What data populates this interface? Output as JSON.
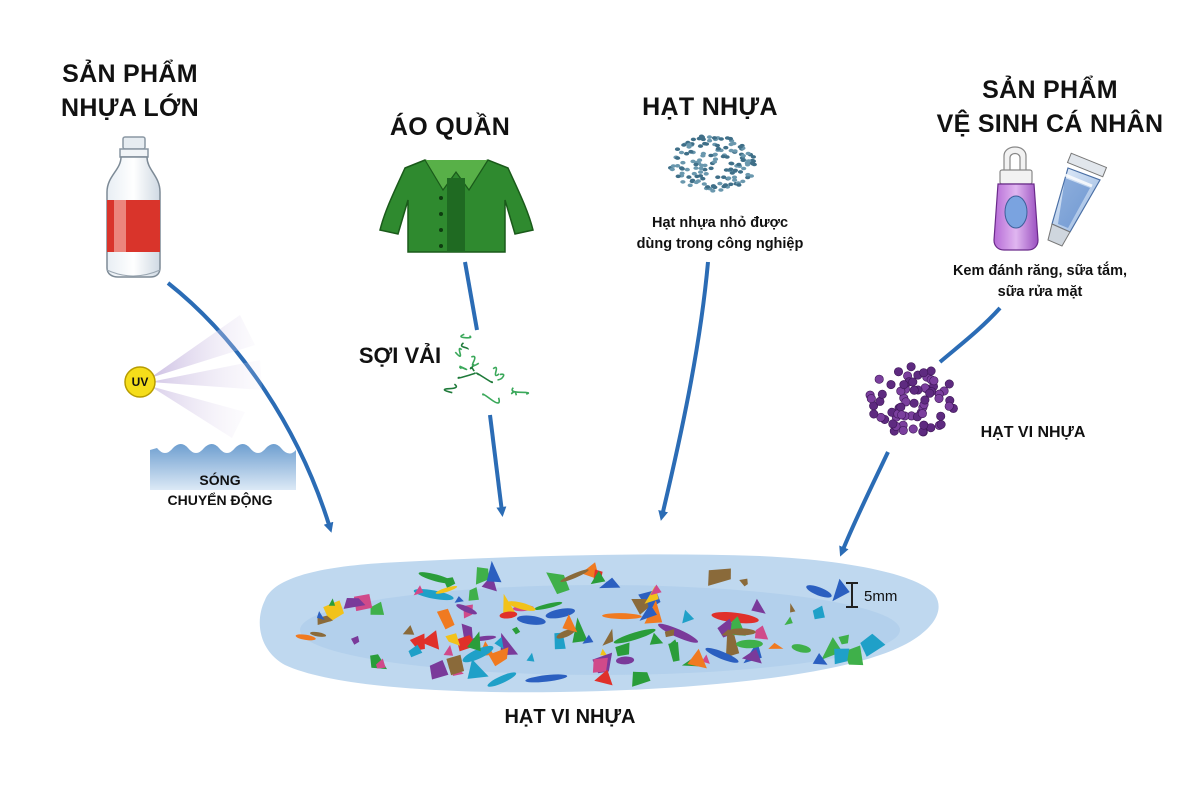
{
  "labels": {
    "large_plastic": [
      "SẢN PHẨM",
      "NHỰA LỚN"
    ],
    "clothes": "ÁO QUẦN",
    "pellets": "HẠT NHỰA",
    "pellets_desc": [
      "Hạt nhựa nhỏ được",
      "dùng trong công nghiệp"
    ],
    "personal_care": [
      "SẢN PHẨM",
      "VỆ SINH CÁ NHÂN"
    ],
    "personal_care_desc": [
      "Kem đánh răng, sữa tắm,",
      "sữa rửa mặt"
    ],
    "uv": "UV",
    "waves": [
      "SÓNG",
      "CHUYỂN ĐỘNG"
    ],
    "fibers": "SỢI VẢI",
    "microbeads": "HẠT VI NHỰA",
    "scale": "5mm",
    "result": "HẠT VI NHỰA"
  },
  "colors": {
    "arrow": "#2b6cb5",
    "water": "#bcd6ee",
    "jacket": "#2f8a2f",
    "bottle_label": "#d9342b",
    "uv_sun": "#f5dd1a",
    "beads": "#6a2f8a",
    "pellets": "#4a7a90",
    "fibers": "#2f9a4a"
  },
  "icons": [
    "bottle-icon",
    "uv-sun-icon",
    "wave-icon",
    "jacket-icon",
    "fiber-icon",
    "pellet-cluster-icon",
    "lotion-bottle-icon",
    "toothpaste-tube-icon",
    "microbead-cluster-icon"
  ]
}
